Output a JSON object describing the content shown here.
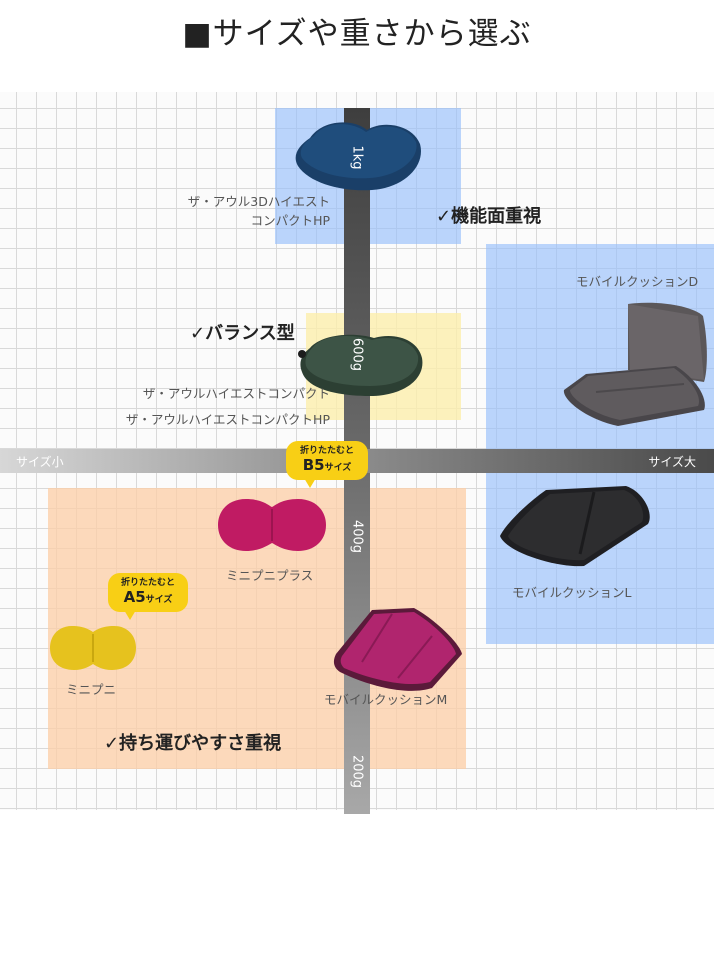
{
  "title": "■サイズや重さから選ぶ",
  "axes": {
    "size_small": "サイズ小",
    "size_large": "サイズ大",
    "weights": [
      "1kg",
      "600g",
      "400g",
      "200g"
    ]
  },
  "zones": {
    "function": "✓機能面重視",
    "balance": "✓バランス型",
    "portable": "✓持ち運びやすさ重視"
  },
  "products": {
    "3dhp_line1": "ザ・アウル3Dハイエスト",
    "3dhp_line2": "コンパクトHP",
    "hc": "ザ・アウルハイエストコンパクト",
    "hchp": "ザ・アウルハイエストコンパクトHP",
    "mobile_d": "モバイルクッションD",
    "mobile_l": "モバイルクッションL",
    "mobile_m": "モバイルクッションM",
    "mini_plus": "ミニプニプラス",
    "mini": "ミニプニ"
  },
  "bubbles": {
    "b5_top": "折りたたむと",
    "b5_main": "B5",
    "b5_suffix": "サイズ",
    "a5_top": "折りたたむと",
    "a5_main": "A5",
    "a5_suffix": "サイズ"
  },
  "colors": {
    "navy": "#1f4d7c",
    "green": "#3d5446",
    "magenta": "#c01b63",
    "yellow": "#e6c21e",
    "charcoal": "#2d2d2f",
    "grey": "#5a5558"
  }
}
